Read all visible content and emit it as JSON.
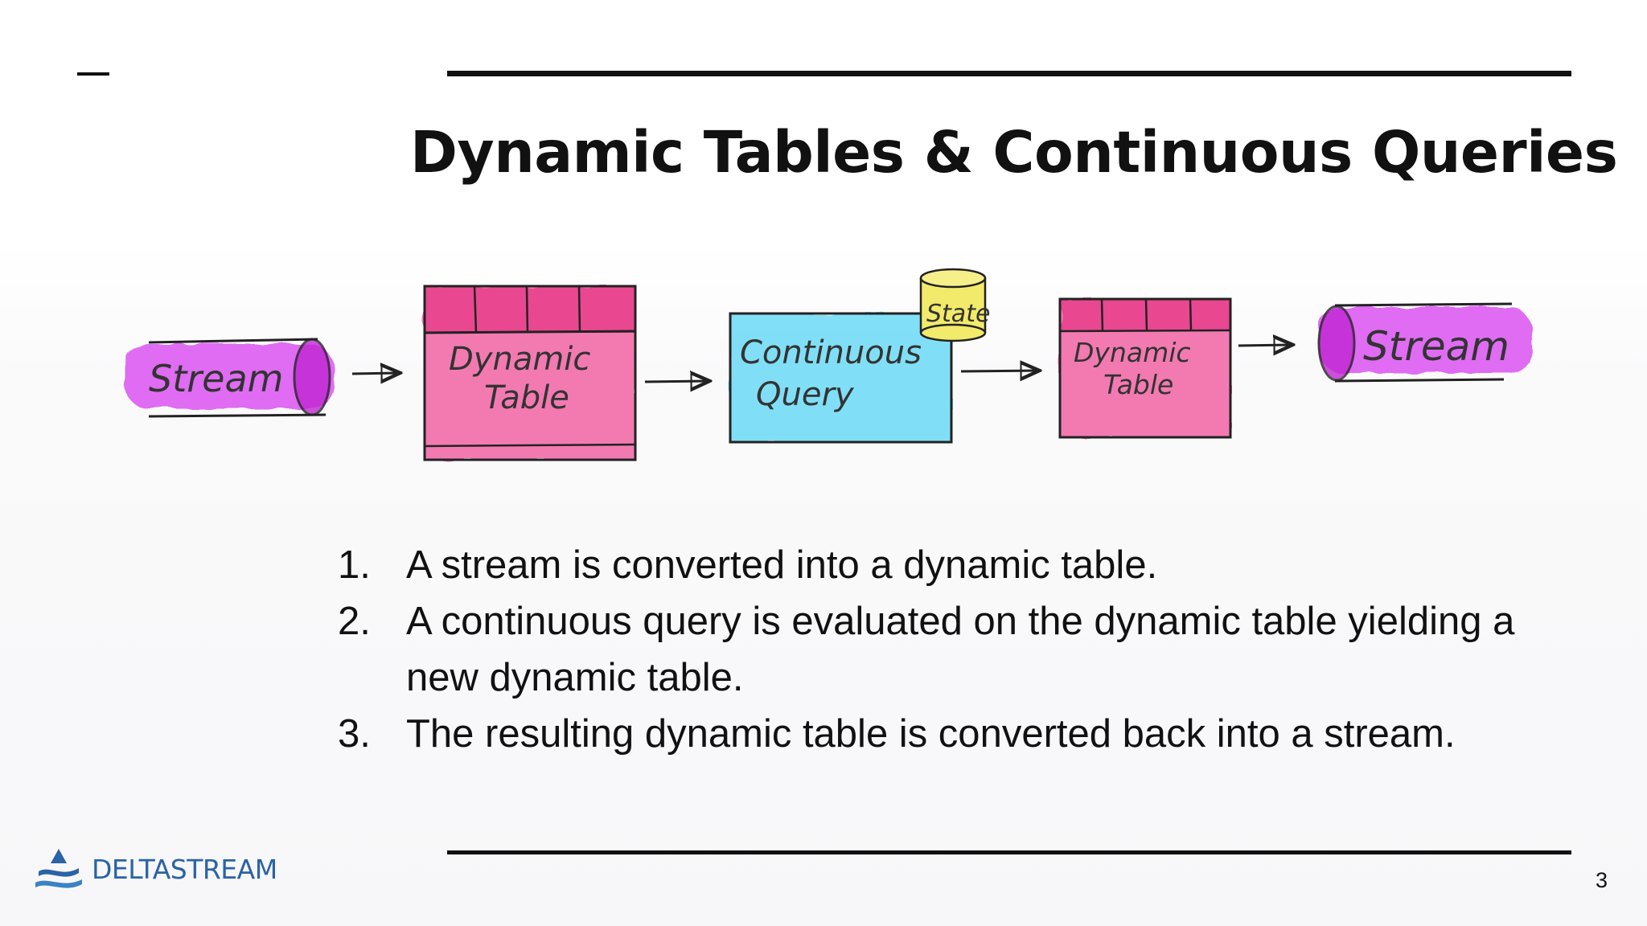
{
  "slide": {
    "title": "Dynamic Tables & Continuous Queries",
    "page_number": "3"
  },
  "diagram": {
    "nodes": [
      {
        "label": "Stream",
        "color": "#d63cf0"
      },
      {
        "label_lines": [
          "Dynamic",
          "Table"
        ],
        "color": "#ef4a95"
      },
      {
        "label_lines": [
          "Continuous",
          "Query"
        ],
        "color": "#59d6f5"
      },
      {
        "label": "State",
        "color": "#f2ea6a"
      },
      {
        "label_lines": [
          "Dynamic",
          "Table"
        ],
        "color": "#ef4a95"
      },
      {
        "label": "Stream",
        "color": "#d63cf0"
      }
    ]
  },
  "steps": [
    {
      "num": "1.",
      "text": "A stream is converted into a dynamic table."
    },
    {
      "num": "2.",
      "text": "A continuous query is evaluated on the dynamic table yielding a new dynamic table."
    },
    {
      "num": "3.",
      "text": "The resulting dynamic table is converted back into a stream."
    }
  ],
  "logo": {
    "text": "DELTASTREAM",
    "color": "#2a63a6"
  }
}
